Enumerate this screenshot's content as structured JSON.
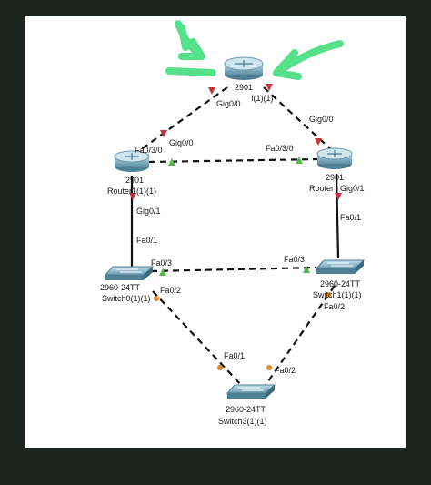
{
  "devices": {
    "router_top": {
      "model": "2901",
      "name": " l(1)(1)"
    },
    "router_left": {
      "model": "2901",
      "name": "Router1(1)(1)"
    },
    "router_right": {
      "model": "2901",
      "name": "Router"
    },
    "switch_left": {
      "model": "2960-24TT",
      "name": "Switch0(1)(1)"
    },
    "switch_right": {
      "model": "2960-24TT",
      "name": "Switch1(1)(1)"
    },
    "switch_bottom": {
      "model": "2960-24TT",
      "name": "Switch3(1)(1)"
    }
  },
  "ports": {
    "top_left_gig": "Gig0/0",
    "top_right_gig": "Gig0/0",
    "left_router_gig00": "Gig0/0",
    "left_router_fa030": "Fa0/3/0",
    "right_router_fa030": "Fa0/3/0",
    "left_router_gig01": "Gig0/1",
    "right_router_gig01": "Gig0/1",
    "left_switch_fa01": "Fa0/1",
    "right_switch_fa01": "Fa0/1",
    "left_switch_fa03": "Fa0/3",
    "right_switch_fa03": "Fa0/3",
    "left_switch_fa02": "Fa0/2",
    "right_switch_fa02": "Fa0/2",
    "bottom_switch_fa01": "Fa0/1",
    "bottom_switch_fa02": "Fa0/2"
  },
  "colors": {
    "annotation": "#55e08a",
    "link_up": "#55b84a",
    "link_down": "#c8323a",
    "link_orange": "#e08a2a"
  }
}
